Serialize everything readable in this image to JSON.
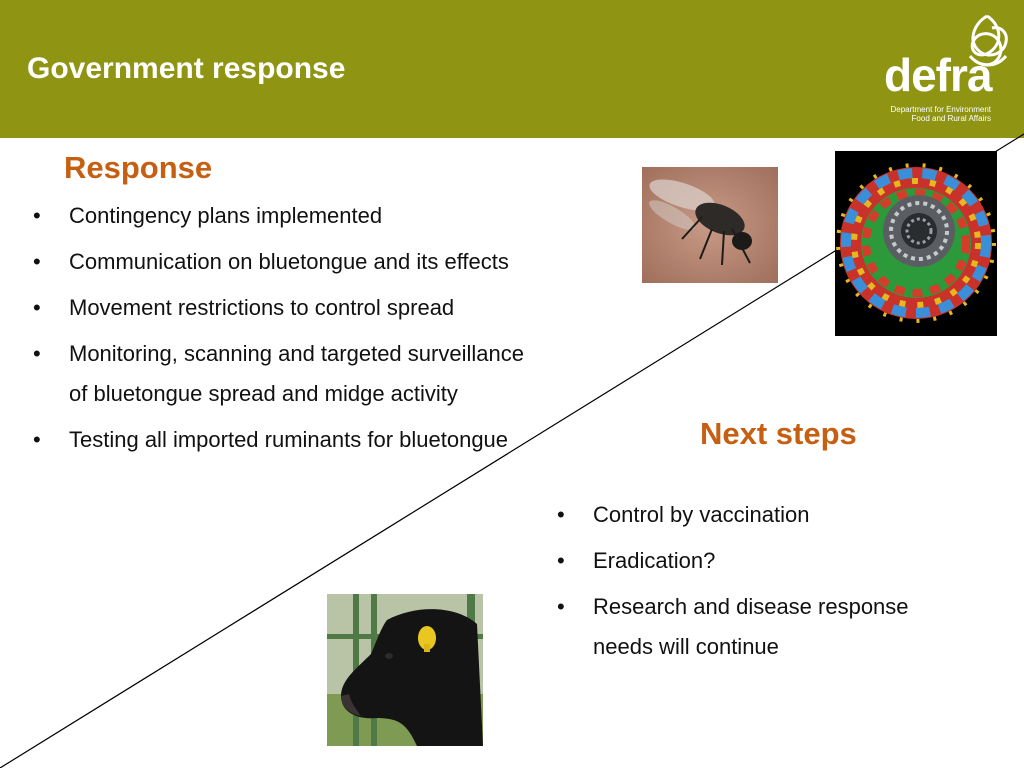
{
  "header": {
    "title": "Government response",
    "logo_word": "defra",
    "logo_sub_line1": "Department for Environment",
    "logo_sub_line2": "Food and Rural Affairs",
    "color": "#8f9413"
  },
  "response": {
    "heading": "Response",
    "items": [
      "Contingency plans implemented",
      "Communication on bluetongue and its effects",
      "Movement restrictions to control spread",
      "Monitoring, scanning and targeted surveillance of bluetongue spread and midge activity",
      "Testing all imported ruminants for bluetongue"
    ]
  },
  "next_steps": {
    "heading": "Next steps",
    "items": [
      "Control by vaccination",
      "Eradication?",
      "Research and disease response needs will continue"
    ]
  },
  "images": {
    "midge": "midge-photo",
    "virus": "virus-particle-image",
    "cow": "cow-photo"
  },
  "accent_color": "#c65f12"
}
